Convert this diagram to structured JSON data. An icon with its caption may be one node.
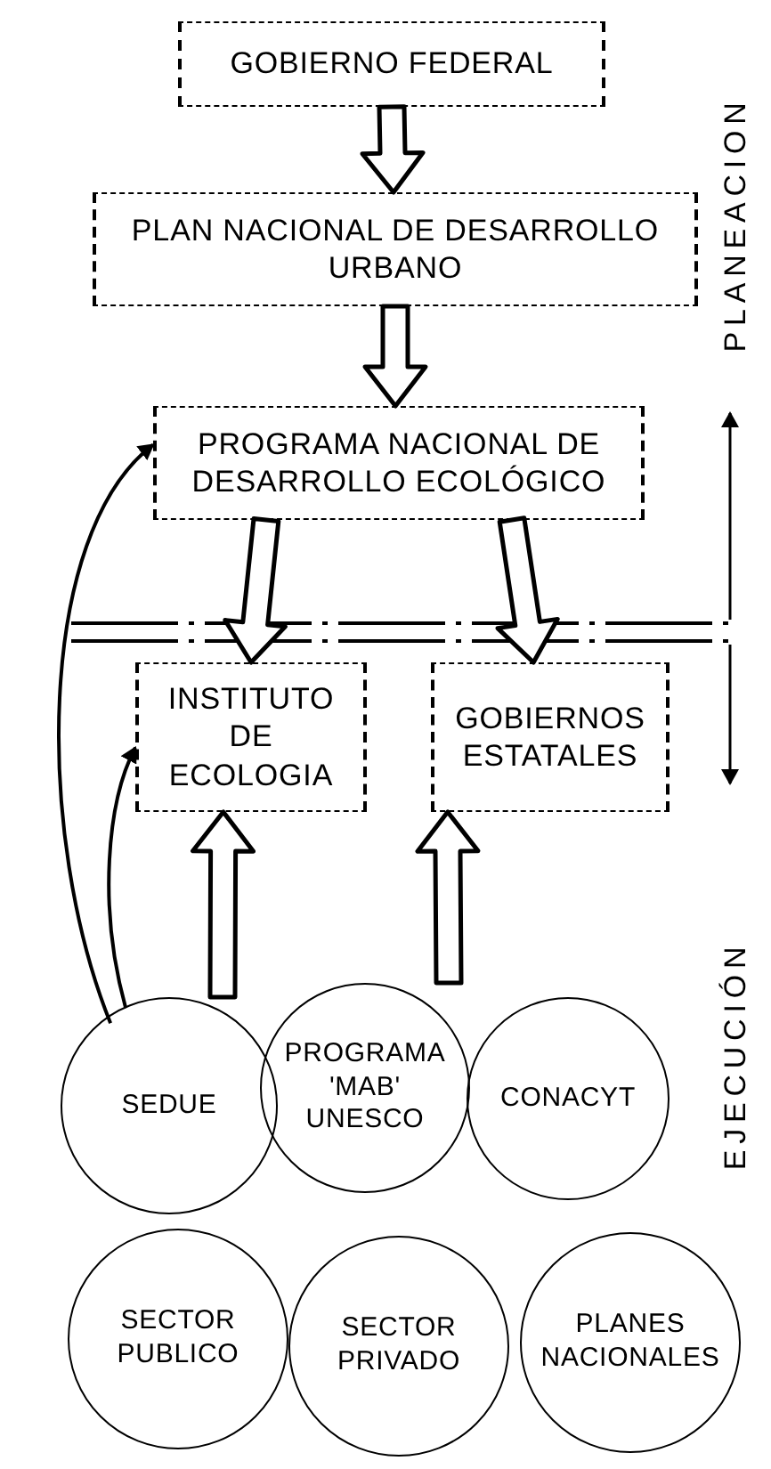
{
  "diagram": {
    "nodes": [
      {
        "text": [
          "GOBIERNO FEDERAL"
        ]
      },
      {
        "text": [
          "PLAN NACIONAL DE DESARROLLO URBANO"
        ]
      },
      {
        "text": [
          "PROGRAMA NACIONAL DE DESARROLLO ECOLÓGICO"
        ]
      },
      {
        "text": [
          "INSTITUTO DE ECOLOGIA"
        ]
      },
      {
        "text": [
          "GOBIERNOS ESTATALES"
        ]
      },
      {
        "text": [
          "SEDUE"
        ]
      },
      {
        "text": [
          "PROGRAMA 'MAB' UNESCO"
        ]
      },
      {
        "text": [
          "CONACYT"
        ]
      },
      {
        "text": [
          "SECTOR PUBLICO"
        ]
      },
      {
        "text": [
          "SECTOR PRIVADO"
        ]
      },
      {
        "text": [
          "PLANES NACIONALES"
        ]
      }
    ],
    "edges": [
      {
        "from": 0,
        "to": 1,
        "arrow": "to",
        "style": "thick"
      },
      {
        "from": 1,
        "to": 2,
        "arrow": "to",
        "style": "thick"
      },
      {
        "from": 2,
        "to": 3,
        "arrow": "to",
        "style": "thick"
      },
      {
        "from": 2,
        "to": 4,
        "arrow": "to",
        "style": "thick"
      },
      {
        "from": null,
        "to": 3,
        "arrow": "to",
        "style": "thick"
      },
      {
        "from": null,
        "to": 4,
        "arrow": "to",
        "style": "thick"
      },
      {
        "from": 5,
        "to": 2,
        "arrow": "to"
      },
      {
        "from": 5,
        "to": 3,
        "arrow": "to"
      }
    ],
    "labels": [
      "PLANEACION",
      "EJECUCIÓN"
    ]
  }
}
